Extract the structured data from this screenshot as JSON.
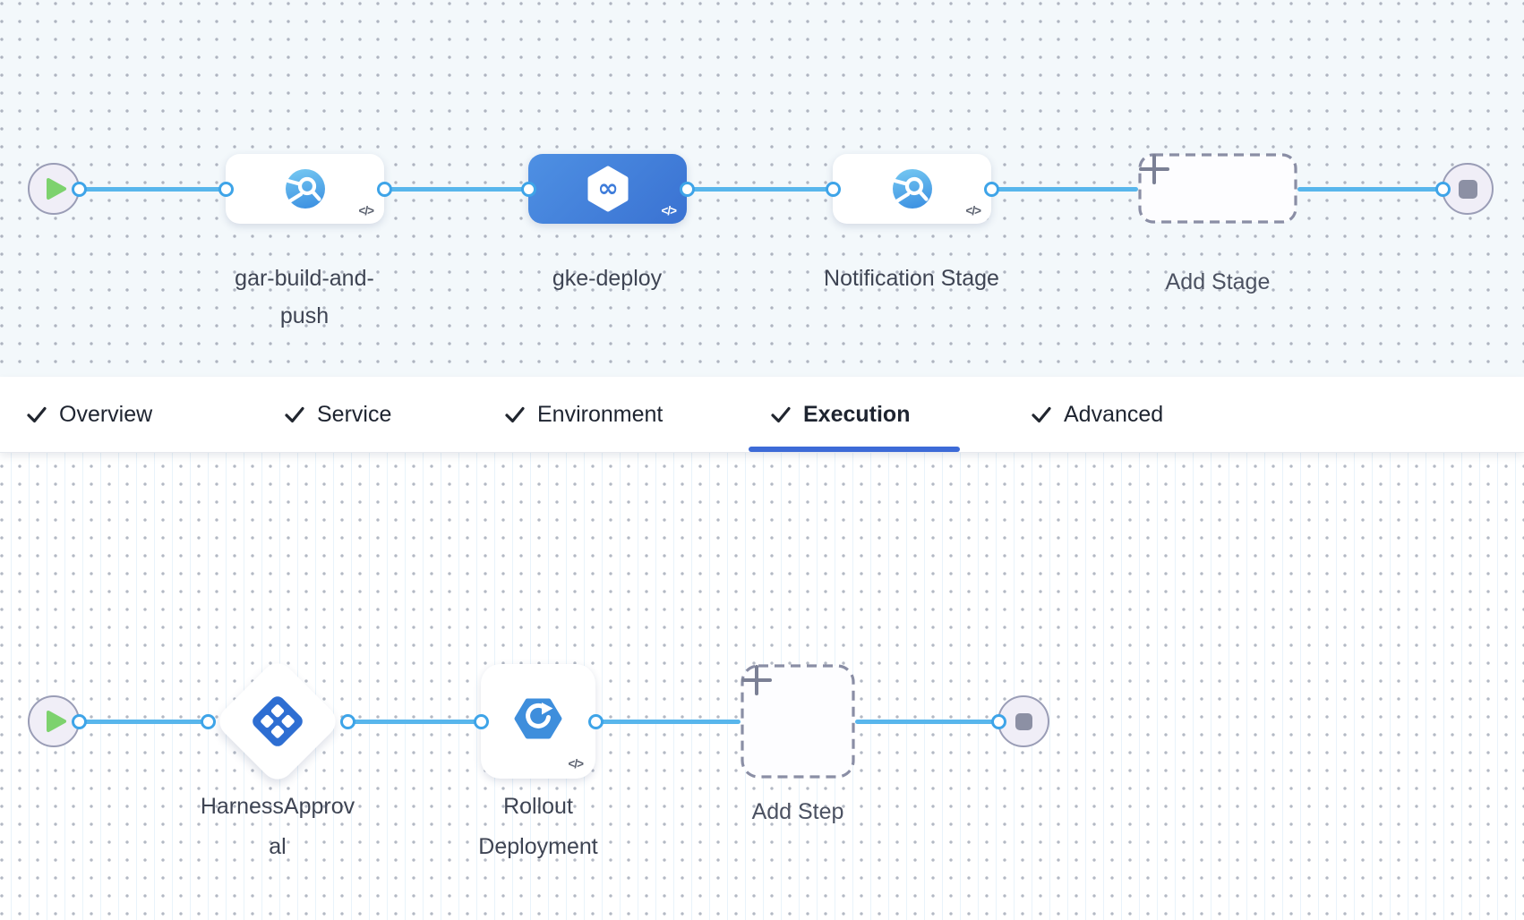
{
  "glyphs": {
    "code": "</>",
    "infinity": "∞"
  },
  "colors": {
    "edge": "#58B6EC",
    "port_border": "#3EA4E8",
    "selected_stage_gradient": [
      "#4E90E3",
      "#3A72D2"
    ],
    "active_tab_underline": "#3D6BD7",
    "approval_icon_blue": "#2E6ED2",
    "rollout_icon_blue": "#3E8EDC",
    "play_green": "#7DD26E",
    "stop_gray": "#8C90A4",
    "canvas_top_bg": "#F3F8FB",
    "canvas_bottom_bg": "#FFFFFF"
  },
  "stage_pipeline": {
    "stages": [
      {
        "label": "gar-build-and-push",
        "type": "ci-stage",
        "selected": false
      },
      {
        "label": "gke-deploy",
        "type": "cd-stage",
        "selected": true
      },
      {
        "label": "Notification Stage",
        "type": "custom-stage",
        "selected": false
      }
    ],
    "add_stage_label": "Add Stage"
  },
  "tabs": {
    "active": "Execution",
    "items": [
      {
        "label": "Overview",
        "checked": true,
        "active": false
      },
      {
        "label": "Service",
        "checked": true,
        "active": false
      },
      {
        "label": "Environment",
        "checked": true,
        "active": false
      },
      {
        "label": "Execution",
        "checked": true,
        "active": true
      },
      {
        "label": "Advanced",
        "checked": true,
        "active": false
      }
    ]
  },
  "execution_steps": {
    "steps": [
      {
        "label": "HarnessApproval",
        "type": "approval-step"
      },
      {
        "label": "Rollout Deployment",
        "type": "rollout-deployment-step"
      }
    ],
    "add_step_label": "Add Step"
  }
}
